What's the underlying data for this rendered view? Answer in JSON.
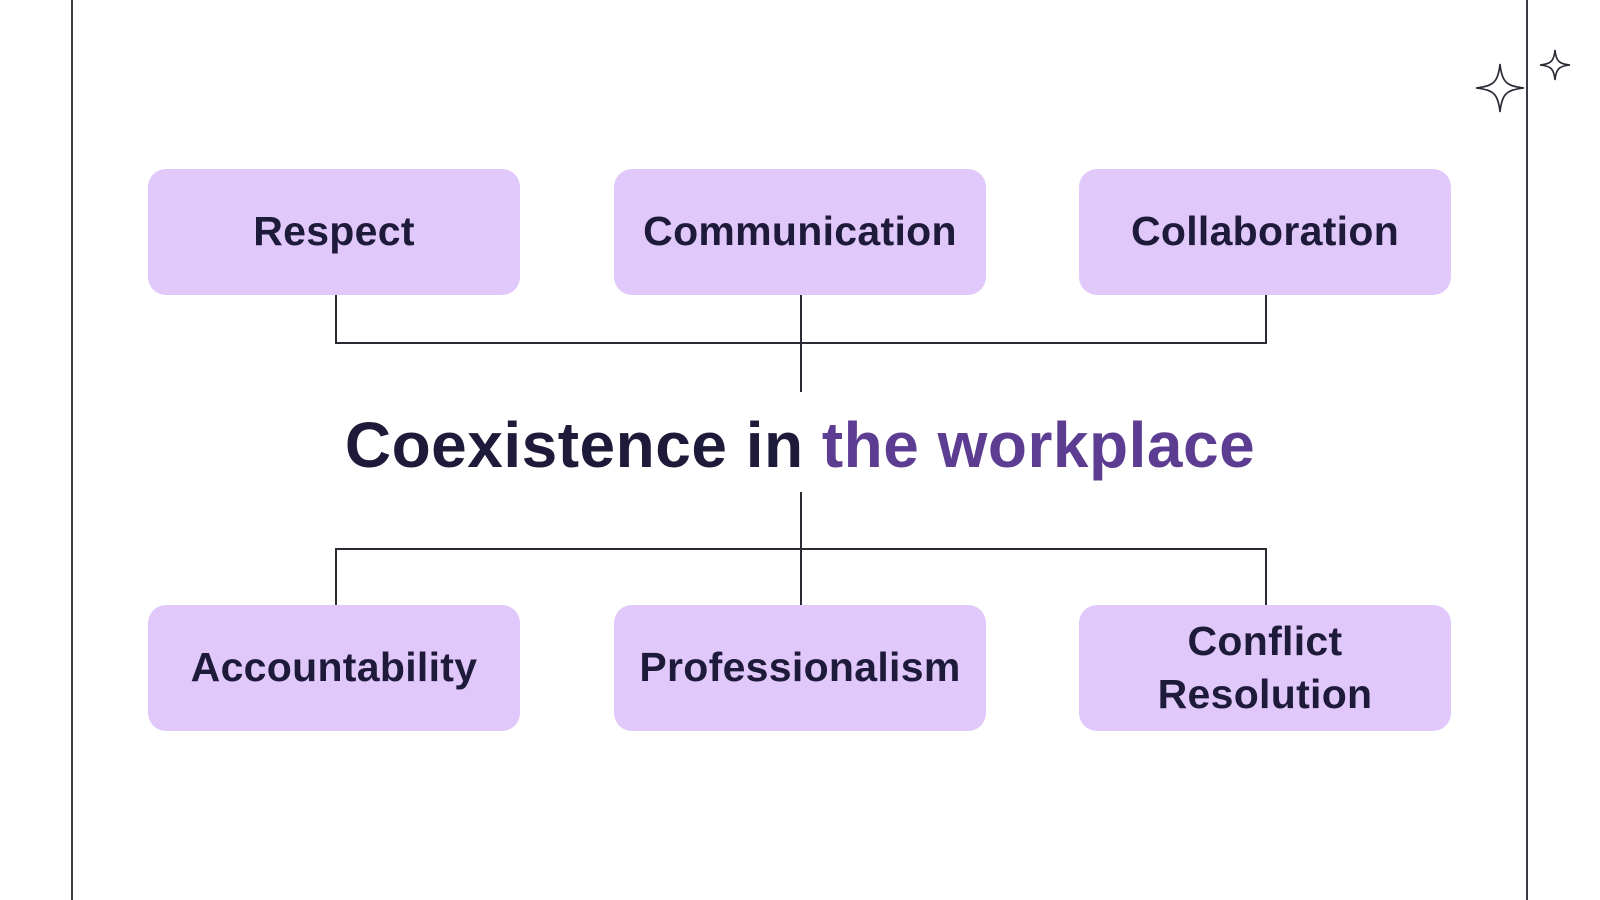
{
  "title": {
    "prefix": "Coexistence in ",
    "highlight": "the workplace"
  },
  "top_boxes": [
    {
      "label": "Respect"
    },
    {
      "label": "Communication"
    },
    {
      "label": "Collaboration"
    }
  ],
  "bottom_boxes": [
    {
      "label": "Accountability"
    },
    {
      "label": "Professionalism"
    },
    {
      "label": "Conflict Resolution"
    }
  ],
  "colors": {
    "box_fill": "#e1c8fb",
    "text_dark": "#1e1b3a",
    "accent": "#5c3d92",
    "line": "#2a2a35"
  },
  "decorations": {
    "icons": [
      "sparkle-star-icon",
      "sparkle-star-icon"
    ]
  }
}
